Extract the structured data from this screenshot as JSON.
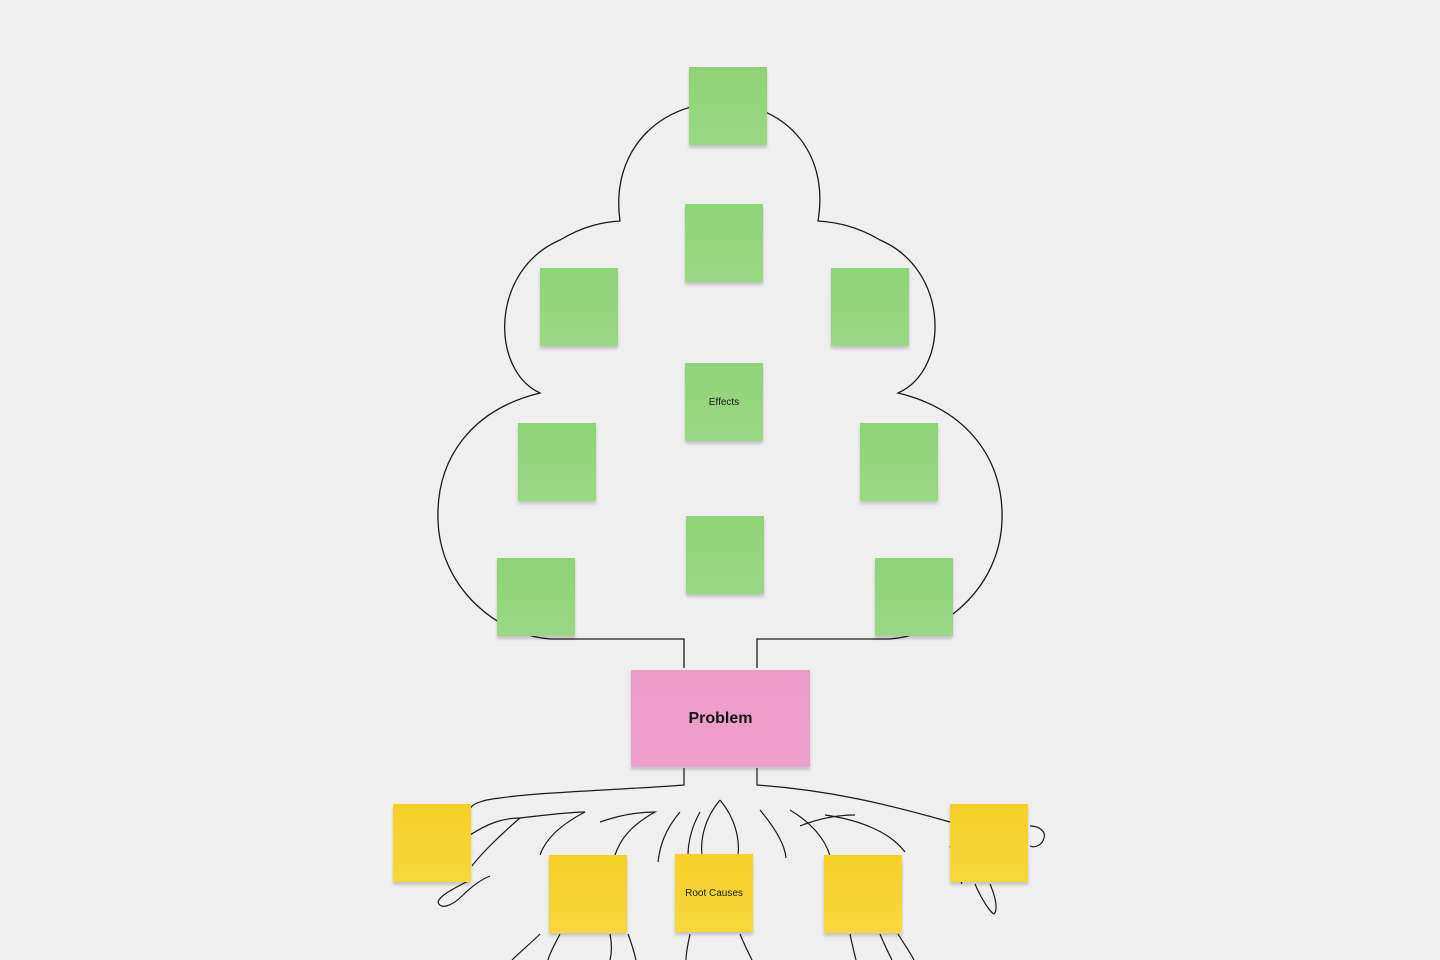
{
  "diagram": {
    "type": "problem-tree",
    "problem_label": "Problem",
    "effects_label": "Effects",
    "root_causes_label": "Root Causes",
    "colors": {
      "background": "#efefef",
      "effects_note": "#93d47c",
      "problem_note": "#ed9ec8",
      "root_cause_note": "#f6d330",
      "outline": "#1a1a1a"
    },
    "effect_notes": [
      {
        "label": ""
      },
      {
        "label": ""
      },
      {
        "label": ""
      },
      {
        "label": ""
      },
      {
        "label": "Effects"
      },
      {
        "label": ""
      },
      {
        "label": ""
      },
      {
        "label": ""
      },
      {
        "label": ""
      },
      {
        "label": ""
      }
    ],
    "root_cause_notes": [
      {
        "label": ""
      },
      {
        "label": ""
      },
      {
        "label": "Root Causes"
      },
      {
        "label": ""
      },
      {
        "label": ""
      }
    ]
  }
}
